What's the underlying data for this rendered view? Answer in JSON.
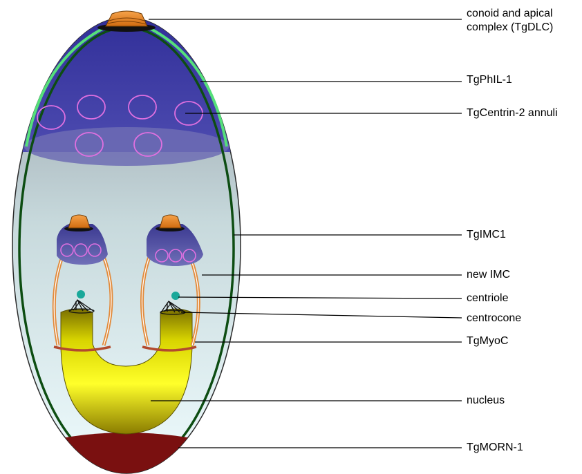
{
  "diagram": {
    "labels": {
      "conoid": [
        "conoid and apical",
        "complex (TgDLC)"
      ],
      "phil1": "TgPhIL-1",
      "centrin": "TgCentrin-2 annuli",
      "imc1": "TgIMC1",
      "new_imc": "new IMC",
      "centriole": "centriole",
      "centrocone": "centrocone",
      "myoc": "TgMyoC",
      "nucleus": "nucleus",
      "morn1": "TgMORN-1"
    },
    "colors": {
      "apical_cap": "#3c3a9e",
      "apical_cap_light": "#6a6ab8",
      "phil1": "#55e07a",
      "centrin_ring": "#e070e0",
      "imc1": "#0d4d12",
      "conoid": "#e8861e",
      "new_imc": "#e28a3a",
      "myoc": "#b24a2e",
      "centriole": "#1aa89a",
      "nucleus_light": "#ffff33",
      "nucleus_dark": "#7a6f00",
      "morn1": "#7a1010",
      "cell_fill_top": "#9aa3ad",
      "cell_fill_bottom": "#eaf8fb"
    }
  }
}
